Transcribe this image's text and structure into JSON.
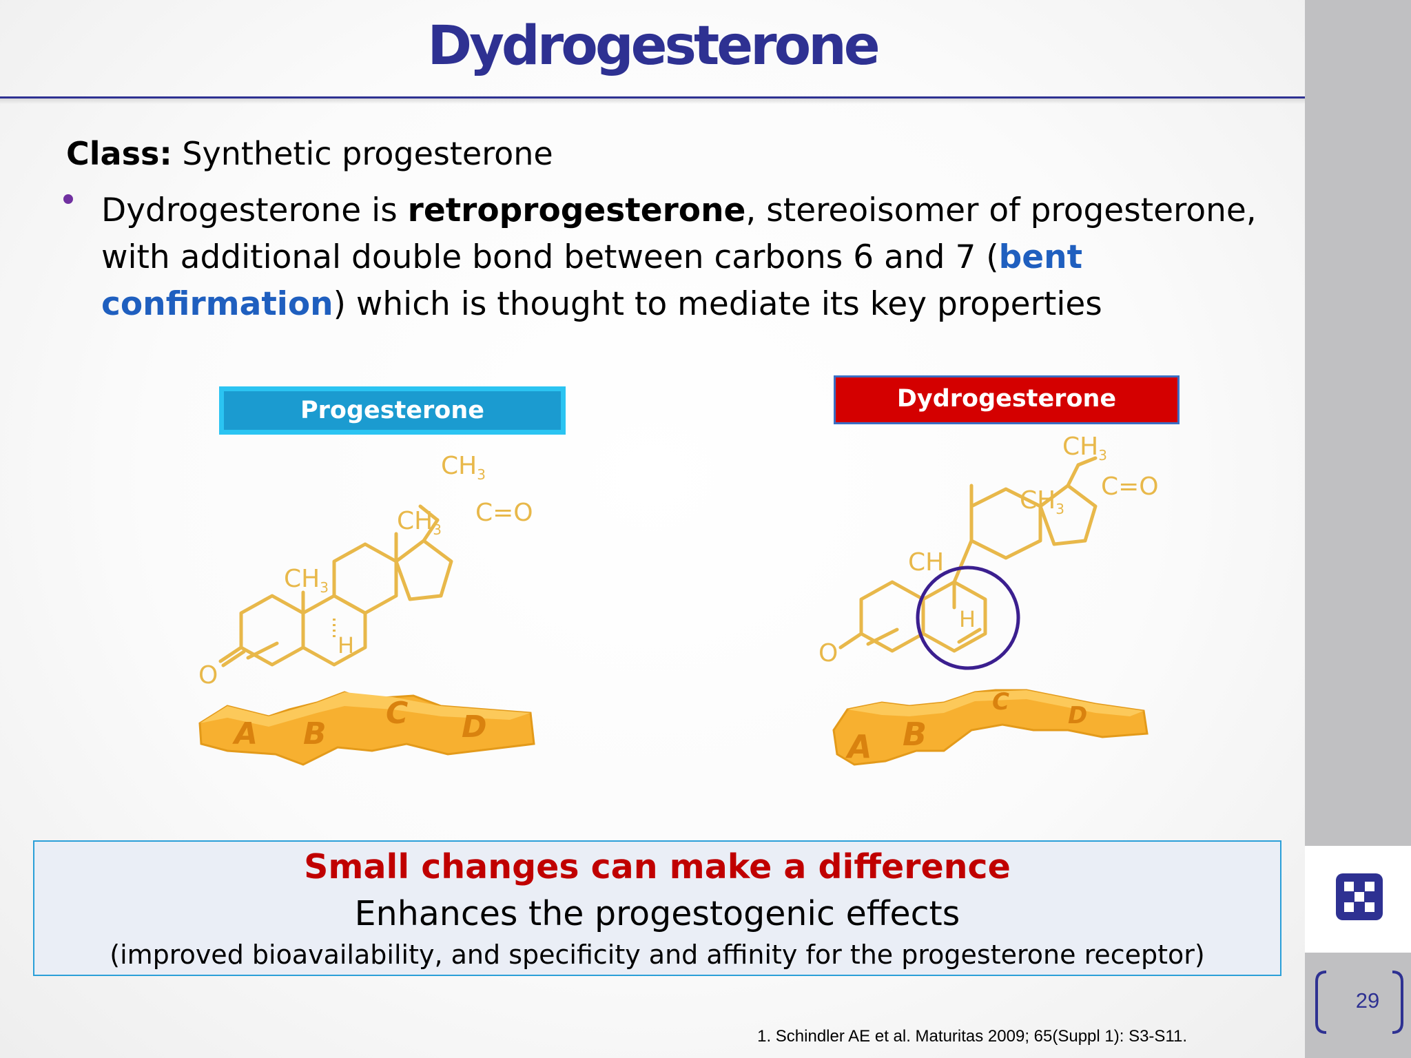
{
  "slide": {
    "title": "Dydrogesterone",
    "class_label": "Class:",
    "class_value": "Synthetic progesterone",
    "bullet": {
      "part1": "Dydrogesterone is ",
      "bold": "retroprogesterone",
      "part2": ", stereoisomer of progesterone, with additional double bond between carbons 6 and 7 (",
      "highlight": "bent confirmation",
      "part3": ") which is thought to mediate its key properties"
    },
    "colors": {
      "title": "#2e3192",
      "bullet_dot": "#7030a0",
      "highlight": "#1f5fbf",
      "emphasis": "#c00000",
      "molecule": "#e8b84a",
      "ring_block": "#f9b233"
    }
  },
  "molecules": {
    "progesterone": {
      "label": "Progesterone",
      "atoms": {
        "methyl_top": "CH",
        "methyl_mid": "CH",
        "methyl_left": "CH",
        "sub": "3",
        "carbonyl": "C=O",
        "hydrogen": "H",
        "oxygen": "O"
      },
      "rings": [
        "A",
        "B",
        "C",
        "D"
      ]
    },
    "dydrogesterone": {
      "label": "Dydrogesterone",
      "atoms": {
        "methyl_top": "CH",
        "methyl_mid": "CH",
        "methyl_left": "CH",
        "sub": "3",
        "carbonyl": "C=O",
        "hydrogen": "H",
        "oxygen": "O"
      },
      "rings": [
        "A",
        "B",
        "C",
        "D"
      ]
    }
  },
  "summary": {
    "headline": "Small changes can make a difference",
    "line2": "Enhances the progestogenic effects",
    "line3": "(improved bioavailability, and specificity and affinity for the progesterone receptor)"
  },
  "reference": "1. Schindler AE et al. Maturitas 2009; 65(Suppl 1): S3-S11.",
  "sidebar": {
    "page_number": "29",
    "logo_icon": "checker-logo-icon",
    "bracket_icon": "page-bracket-icon"
  }
}
